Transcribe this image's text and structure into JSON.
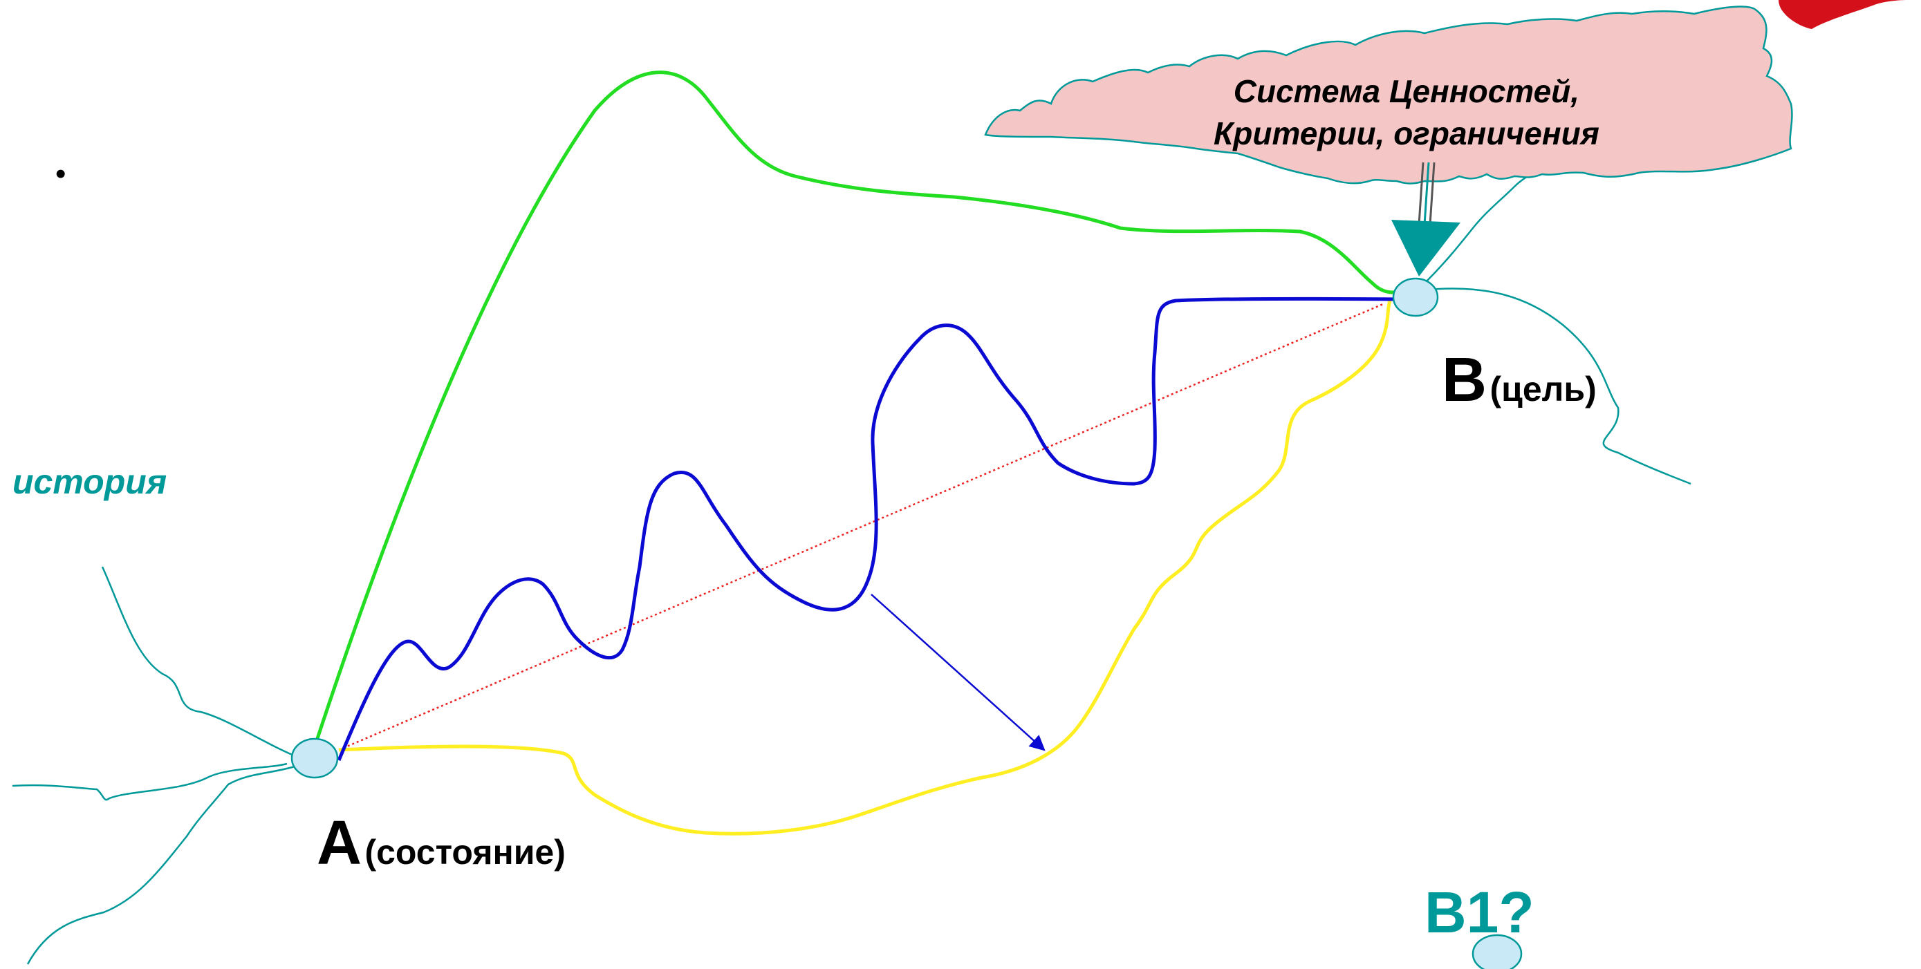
{
  "bullet": "•",
  "labels": {
    "history": "история",
    "values_line1": "Система Ценностей,",
    "values_line2": "Критерии, ограничения",
    "a_letter": "A",
    "a_note": "(состояние)",
    "b_letter": "B",
    "b_note": "(цель)",
    "b1": "B1?"
  },
  "colors": {
    "green_path": "#22dd22",
    "blue_path": "#0a0ad2",
    "yellow_path": "#ffee22",
    "teal": "#009999",
    "cloud_fill": "#f5c6c6",
    "node_fill": "#c9e9f7",
    "direct_line": "#ee2222"
  },
  "icons": [
    "arrow-down-icon",
    "arrow-right-down-icon"
  ]
}
